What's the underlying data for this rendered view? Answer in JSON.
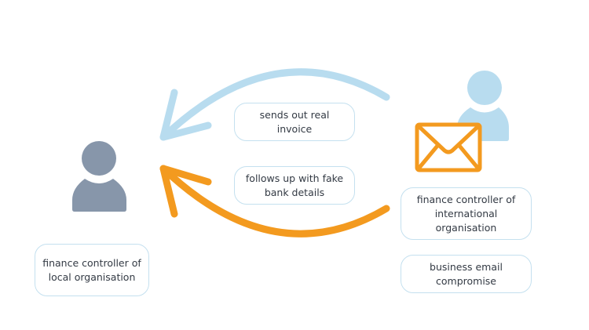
{
  "colors": {
    "blue": "#b8dcef",
    "orange": "#f39a1f",
    "gray": "#8796aa",
    "border": "#c4e0ef"
  },
  "labels": {
    "sends_real_invoice": "sends out real invoice",
    "fake_bank_details": "follows up with fake bank details",
    "local_controller": "finance controller of local organisation",
    "intl_controller": "finance controller of international organisation",
    "bec": "business email compromise"
  },
  "icons": [
    "person-icon",
    "person-icon",
    "envelope-icon"
  ]
}
